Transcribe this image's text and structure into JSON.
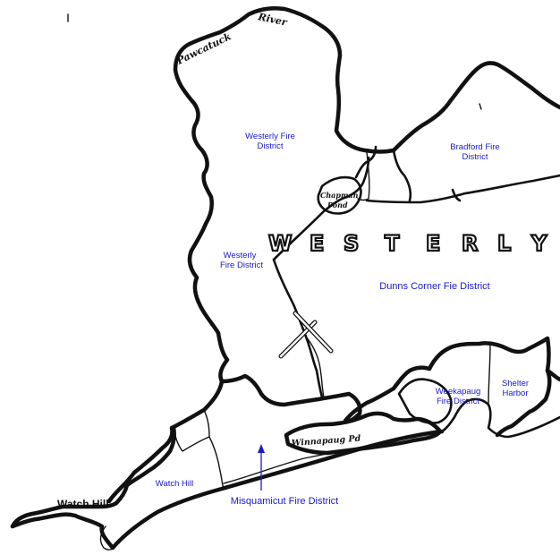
{
  "map": {
    "town_name": "WESTERLY",
    "river_label_1": "Pawcatuck",
    "river_label_2": "River",
    "pond_label_1": "Chapman",
    "pond_label_2": "Pond",
    "winnapaug_label": "Winnapaug Pd",
    "watch_hill_place": "Watch Hill",
    "colors": {
      "district_text": "#1a1acc",
      "lines": "#111111",
      "arrow": "#1a1acc"
    }
  },
  "districts": {
    "westerly_north_1": "Westerly Fire",
    "westerly_north_2": "District",
    "westerly_south_1": "Westerly",
    "westerly_south_2": "Fire District",
    "bradford_1": "Bradford Fire",
    "bradford_2": "District",
    "dunns_corner": "Dunns Corner Fie District",
    "weekapaug_1": "Weekapaug",
    "weekapaug_2": "Fire District",
    "shelter_1": "Shelter",
    "shelter_2": "Harbor",
    "watch_hill": "Watch Hill",
    "misquamicut": "Misquamicut Fire District"
  }
}
